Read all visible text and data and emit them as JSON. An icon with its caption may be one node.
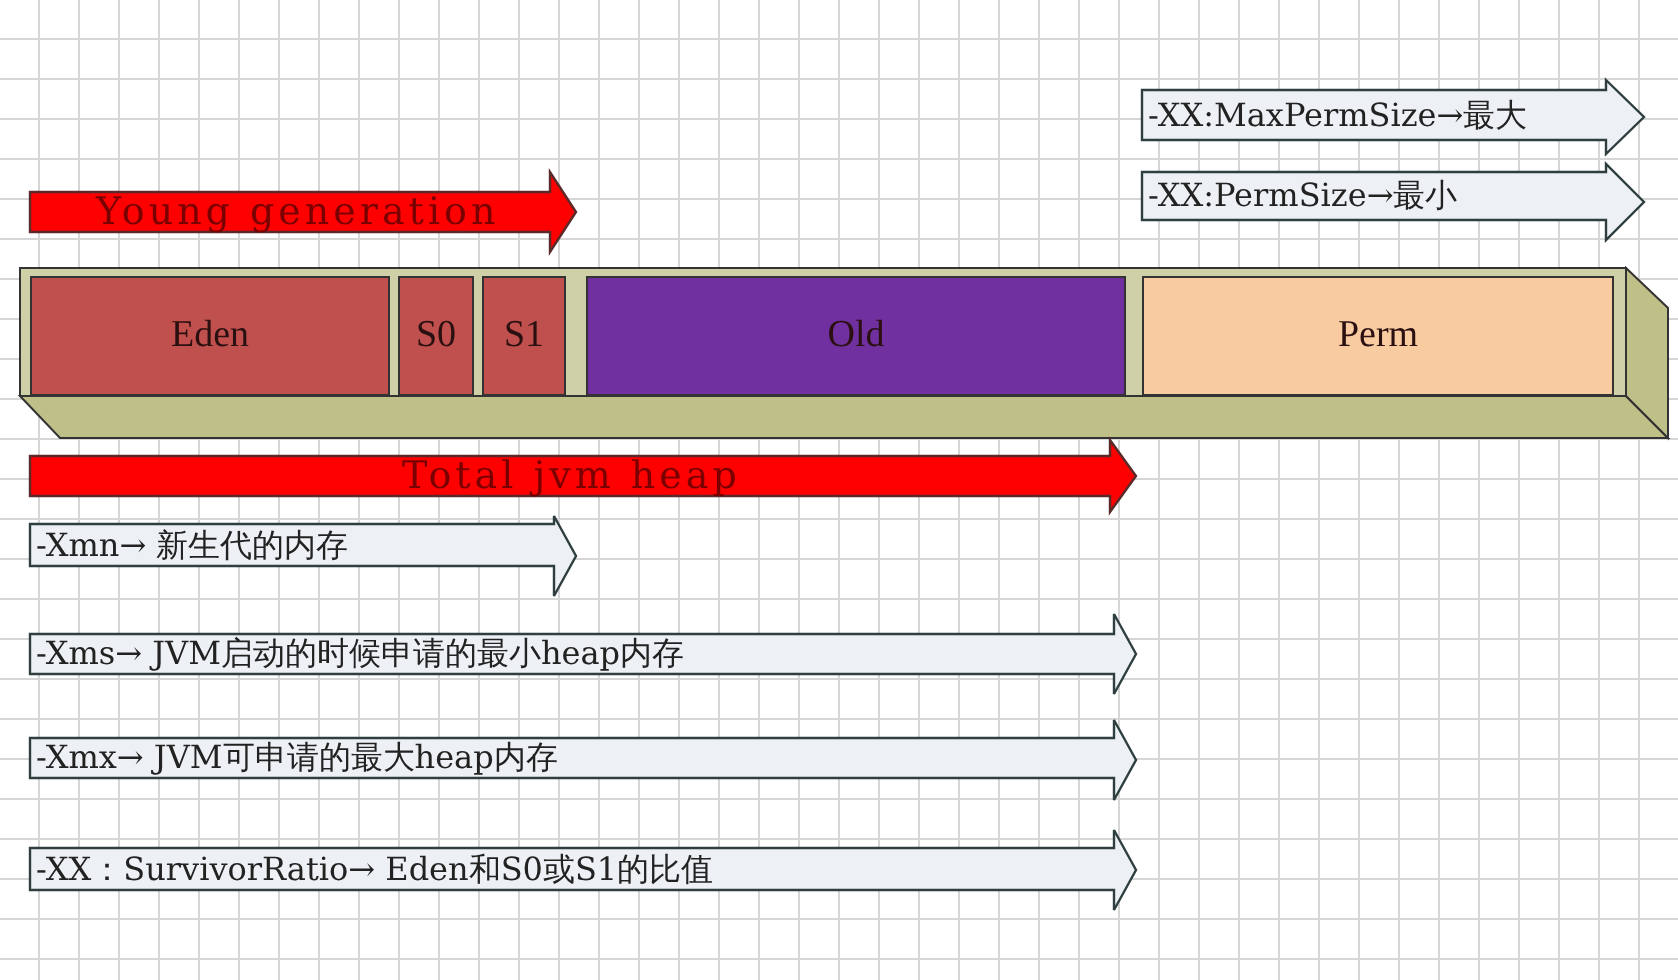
{
  "diagram": {
    "nodes": [
      {
        "text": [
          "-XX:MaxPermSize→最大"
        ]
      },
      {
        "text": [
          "-XX:PermSize→最小"
        ]
      },
      {
        "text": [
          "Young generation"
        ]
      },
      {
        "text": [],
        "shape": "bar"
      },
      {
        "text": [
          "Eden"
        ],
        "in": 3
      },
      {
        "text": [
          "S0"
        ],
        "in": 3
      },
      {
        "text": [
          "S1"
        ],
        "in": 3
      },
      {
        "text": [
          "Old"
        ],
        "in": 3
      },
      {
        "text": [
          "Perm"
        ],
        "in": 3
      },
      {
        "text": [
          "Total jvm heap"
        ]
      },
      {
        "text": [
          "-Xmn→ 新生代的内存"
        ]
      },
      {
        "text": [
          "-Xms→ JVM启动的时候申请的最小heap内存"
        ]
      },
      {
        "text": [
          "-Xmx→ JVM可申请的最大heap内存"
        ]
      },
      {
        "text": [
          "-XX：SurvivorRatio→ Eden和S0或S1的比值"
        ]
      }
    ],
    "edges": []
  }
}
